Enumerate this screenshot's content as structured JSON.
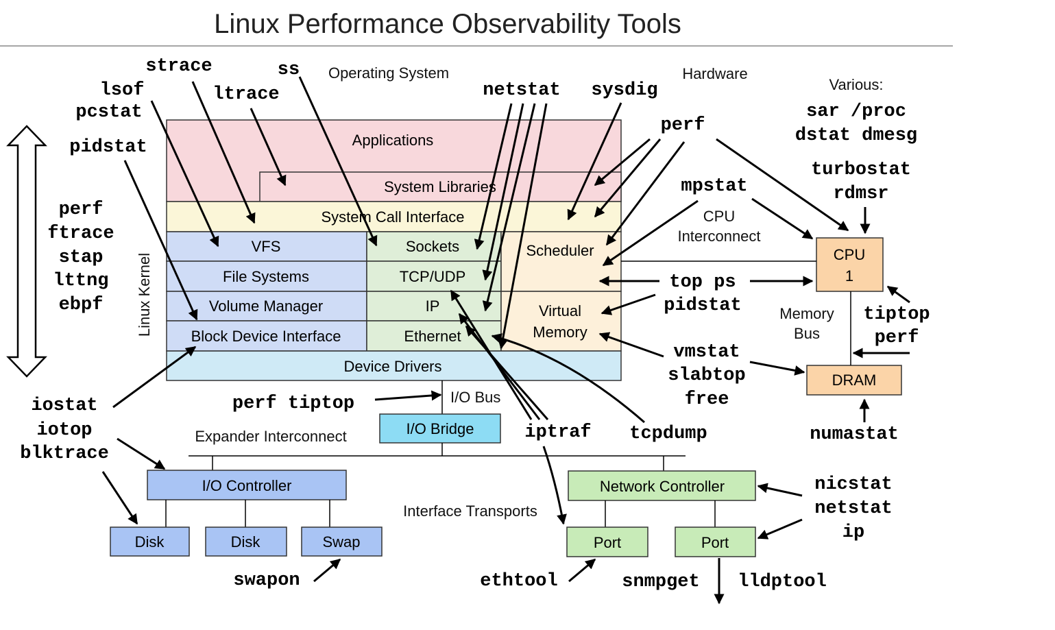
{
  "title": "Linux Performance Observability Tools",
  "sections": {
    "os": "Operating System",
    "hardware": "Hardware",
    "various": "Various:",
    "kernel": "Linux Kernel",
    "cpu_interconnect_1": "CPU",
    "cpu_interconnect_2": "Interconnect",
    "memory_bus_1": "Memory",
    "memory_bus_2": "Bus",
    "io_bus": "I/O Bus",
    "expander": "Expander Interconnect",
    "transports": "Interface Transports"
  },
  "layers": {
    "applications": "Applications",
    "system_libraries": "System Libraries",
    "syscall": "System Call Interface",
    "vfs": "VFS",
    "file_systems": "File Systems",
    "volume_manager": "Volume Manager",
    "block_device": "Block Device Interface",
    "sockets": "Sockets",
    "tcp_udp": "TCP/UDP",
    "ip": "IP",
    "ethernet": "Ethernet",
    "scheduler": "Scheduler",
    "virtual_memory_1": "Virtual",
    "virtual_memory_2": "Memory",
    "device_drivers": "Device Drivers"
  },
  "hardware": {
    "cpu_1": "CPU",
    "cpu_2": "1",
    "dram": "DRAM",
    "io_bridge": "I/O Bridge",
    "io_controller": "I/O Controller",
    "disk_1": "Disk",
    "disk_2": "Disk",
    "swap": "Swap",
    "network_controller": "Network Controller",
    "port_1": "Port",
    "port_2": "Port"
  },
  "tools": {
    "strace": "strace",
    "ss": "ss",
    "lsof": "lsof",
    "ltrace": "ltrace",
    "pcstat": "pcstat",
    "pidstat_left": "pidstat",
    "netstat_top": "netstat",
    "sysdig": "sysdig",
    "perf_top": "perf",
    "sar_proc": "sar /proc",
    "dstat_dmesg": "dstat dmesg",
    "turbostat": "turbostat",
    "rdmsr": "rdmsr",
    "mpstat": "mpstat",
    "left_stack": [
      "perf",
      "ftrace",
      "stap",
      "lttng",
      "ebpf"
    ],
    "top_ps": "top ps",
    "pidstat_mid": "pidstat",
    "tiptop_r": "tiptop",
    "perf_r": "perf",
    "vmstat": "vmstat",
    "slabtop": "slabtop",
    "free": "free",
    "numastat": "numastat",
    "perf_tiptop": "perf tiptop",
    "iostat": "iostat",
    "iotop": "iotop",
    "blktrace": "blktrace",
    "iptraf": "iptraf",
    "tcpdump": "tcpdump",
    "nicstat": "nicstat",
    "netstat_bottom": "netstat",
    "ip": "ip",
    "swapon": "swapon",
    "ethtool": "ethtool",
    "snmpget": "snmpget",
    "lldptool": "lldptool"
  },
  "colors": {
    "applications": "#f8d8dc",
    "syscall": "#fbf6d8",
    "fs_stack": "#cfdcf6",
    "net_stack": "#dfeed8",
    "sched_vm": "#fdf0da",
    "device_drivers": "#cfeaf6",
    "cpu": "#fbd4a8",
    "dram": "#fbd4a8",
    "io_bridge": "#8ddcf4",
    "io_controller": "#a9c4f4",
    "disk": "#a9c4f4",
    "network": "#c8ebb8"
  }
}
